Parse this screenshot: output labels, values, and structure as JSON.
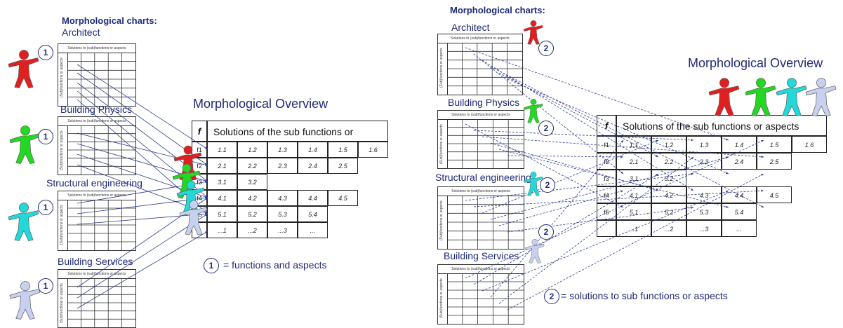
{
  "left": {
    "header": "Morphological charts:",
    "charts": [
      {
        "label": "Architect",
        "badge": "1",
        "color": "#e02020"
      },
      {
        "label": "Building Physics",
        "badge": "1",
        "color": "#22d822"
      },
      {
        "label": "Structural engineering",
        "badge": "1",
        "color": "#22d8d8"
      },
      {
        "label": "Building Services",
        "badge": "1",
        "color": "#c8d0f0"
      }
    ],
    "mini_header": "Solutions to (sub)functions or aspects",
    "mini_side": "(Sub)functions or aspects",
    "overview_title": "Morphological Overview",
    "table": {
      "f_label": "f",
      "header": "Solutions of the sub functions or aspects",
      "rows": [
        {
          "f": "f1",
          "cells": [
            "1.1",
            "1.2",
            "1.3",
            "1.4",
            "1.5",
            "1.6"
          ]
        },
        {
          "f": "f2",
          "cells": [
            "2.1",
            "2.2",
            "2.3",
            "2.4",
            "2.5"
          ]
        },
        {
          "f": "f3",
          "cells": [
            "3.1",
            "3.2"
          ]
        },
        {
          "f": "f4",
          "cells": [
            "4.1",
            "4.2",
            "4.3",
            "4.4",
            "4.5"
          ]
        },
        {
          "f": "f5",
          "cells": [
            "5.1",
            "5.2",
            "5.3",
            "5.4"
          ]
        },
        {
          "f": "...",
          "cells": [
            "...1",
            "...2",
            "...3",
            "..."
          ]
        }
      ]
    },
    "legend_badge": "1",
    "legend_text": "= functions and aspects"
  },
  "right": {
    "header": "Morphological charts:",
    "charts": [
      {
        "label": "Architect",
        "badge": "2",
        "color": "#e02020"
      },
      {
        "label": "Building Physics",
        "badge": "2",
        "color": "#22d822"
      },
      {
        "label": "Structural engineering",
        "badge": "2",
        "color": "#22d8d8"
      },
      {
        "label": "Building Services",
        "badge": "2",
        "color": "#c8d0f0"
      }
    ],
    "mini_header": "Solutions to (sub)functions or aspects",
    "mini_side": "(Sub)functions or aspects",
    "overview_title": "Morphological Overview",
    "table": {
      "f_label": "f",
      "header": "Solutions of the sub functions or aspects",
      "rows": [
        {
          "f": "f1",
          "cells": [
            "1.1",
            "1.2",
            "1.3",
            "1.4",
            "1.5",
            "1.6"
          ]
        },
        {
          "f": "f2",
          "cells": [
            "2.1",
            "2.2",
            "2.3",
            "2.4",
            "2.5"
          ]
        },
        {
          "f": "f3",
          "cells": [
            "3.1",
            "3.2"
          ]
        },
        {
          "f": "f4",
          "cells": [
            "4.1",
            "4.2",
            "4.3",
            "4.4",
            "4.5"
          ]
        },
        {
          "f": "f5",
          "cells": [
            "5.1",
            "5.2",
            "5.3",
            "5.4"
          ]
        },
        {
          "f": "",
          "cells": [
            "...1",
            "...2",
            "...3",
            "..."
          ]
        }
      ]
    },
    "legend_badge": "2",
    "legend_text": "= solutions to sub functions or aspects"
  },
  "colors": {
    "ink": "#1f2a78",
    "red": "#e02020",
    "green": "#22d822",
    "cyan": "#22d8d8",
    "lavender": "#c8d0f0"
  },
  "icons": [
    "person-icon",
    "badge-icon",
    "arrow-line"
  ]
}
